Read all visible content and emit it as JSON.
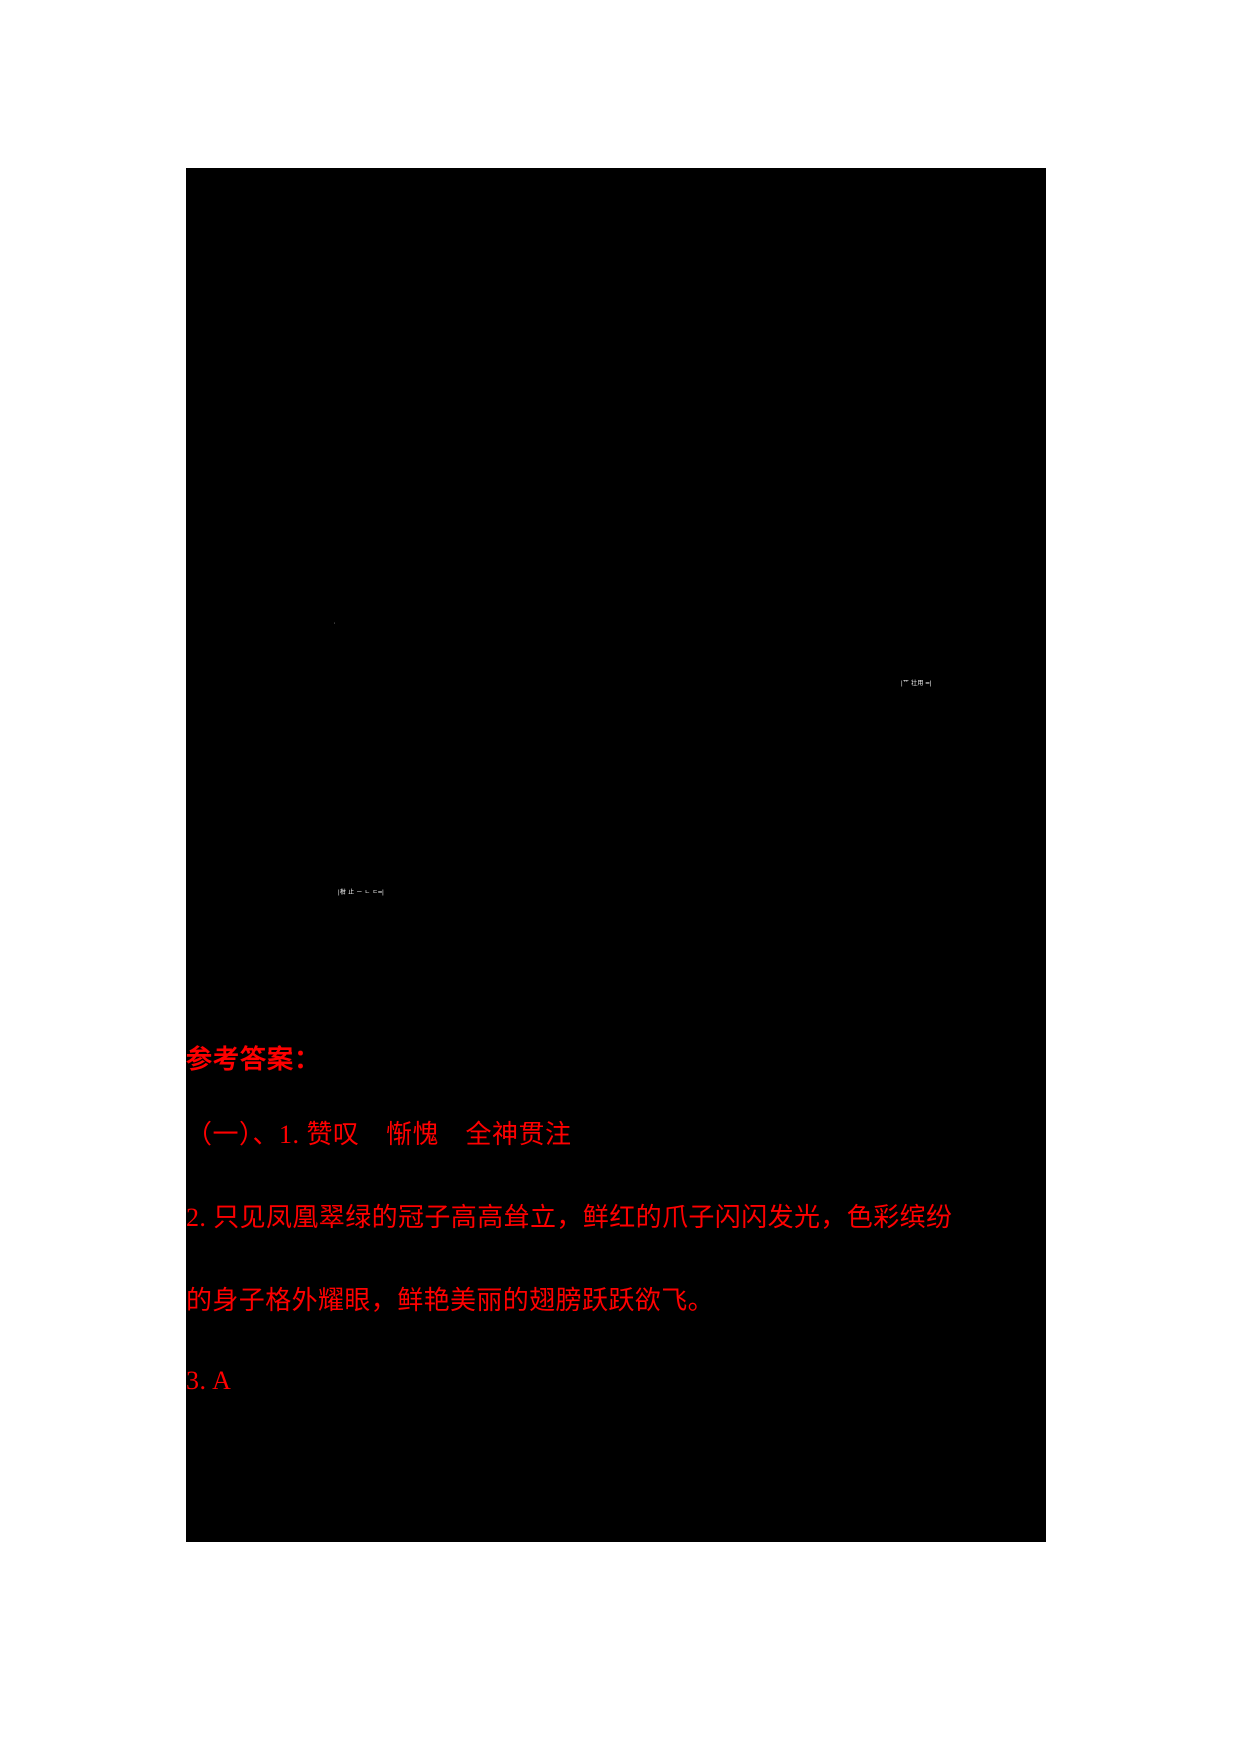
{
  "document": {
    "page_background": "#ffffff",
    "redaction_color": "#000000",
    "answer_text_color": "#ff0000"
  },
  "redacted_region": {
    "label": "blacked-out-content",
    "artifacts": [
      {
        "id": "micro-1",
        "text": "▫"
      },
      {
        "id": "micro-2",
        "text": "|艹 壮用 ━|"
      },
      {
        "id": "micro-3",
        "text": "|柑 止 ㄧ ㄴ ㄷ━|"
      }
    ]
  },
  "answers": {
    "heading": "参考答案：",
    "items": [
      {
        "id": "q1",
        "text": "（一）、1. 赞叹　惭愧　全神贯注"
      },
      {
        "id": "q2-line1",
        "text": "2. 只见凤凰翠绿的冠子高高耸立，鲜红的爪子闪闪发光，色彩缤纷"
      },
      {
        "id": "q2-line2",
        "text": "的身子格外耀眼，鲜艳美丽的翅膀跃跃欲飞。"
      },
      {
        "id": "q3",
        "text": "3. A"
      }
    ]
  }
}
